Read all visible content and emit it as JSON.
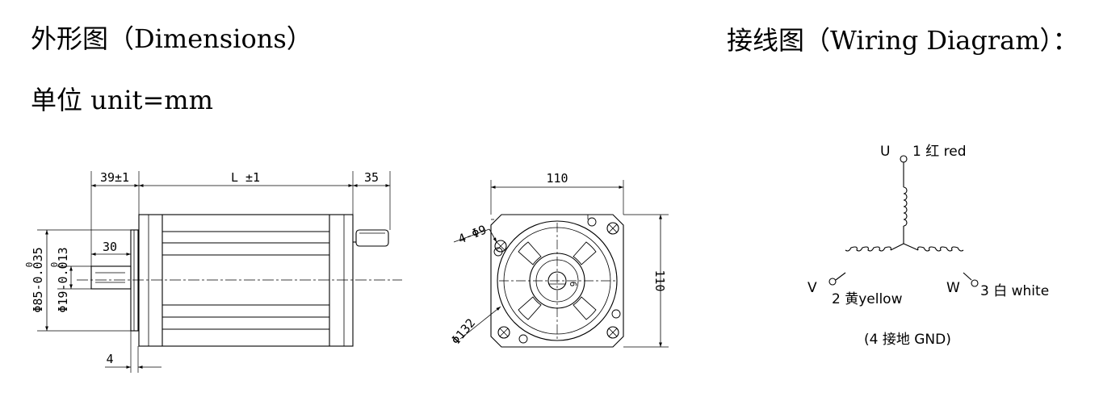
{
  "headings": {
    "dimensions": "外形图（Dimensions）",
    "wiring": "接线图（Wiring Diagram）：",
    "unit": "单位 unit=mm"
  },
  "side_view": {
    "dim_front": "39±1",
    "dim_body": "L ±1",
    "dim_rear": "35",
    "dim_shaft": "30",
    "dim_flange_thk": "4",
    "dia_pilot": "Φ85-0.035",
    "dia_pilot_upper": "0",
    "dia_shaft": "Φ19-0.013",
    "dia_shaft_upper": "0"
  },
  "front_view": {
    "width": "110",
    "height": "110",
    "holes": "4-Φ9",
    "pcd": "Φ132",
    "key": "6"
  },
  "wiring": {
    "u_letter": "U",
    "u_label": "1 红 red",
    "v_letter": "V",
    "v_label": "2 黄yellow",
    "w_letter": "W",
    "w_label": "3 白 white",
    "ground": "(4 接地 GND)"
  }
}
